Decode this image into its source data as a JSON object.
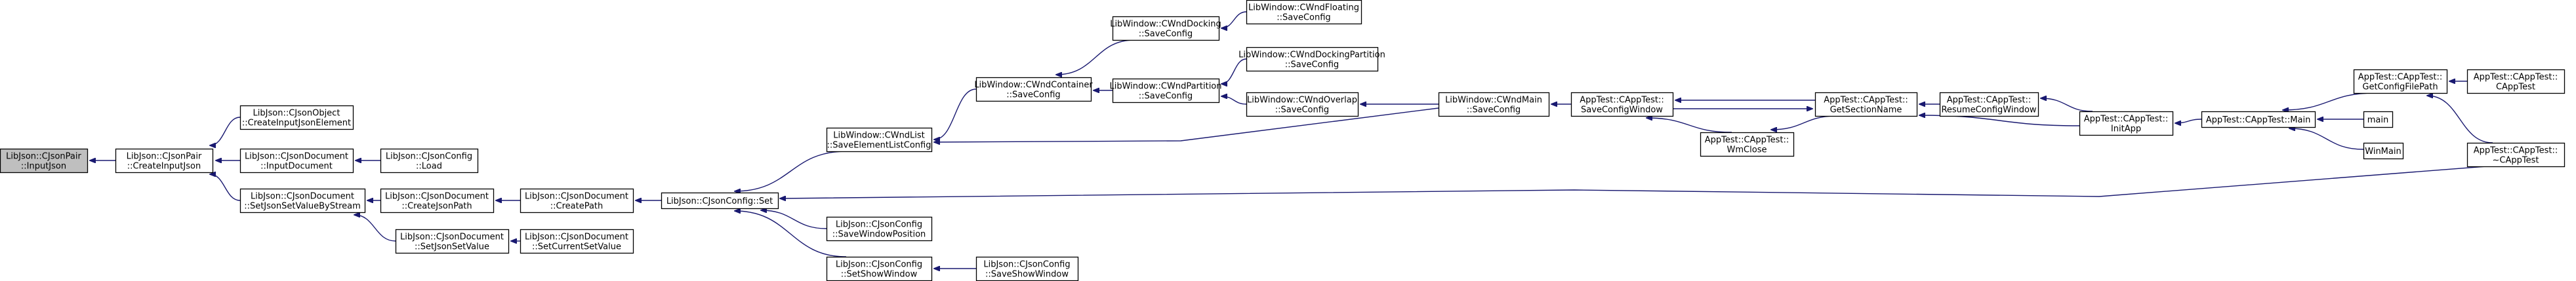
{
  "graph": {
    "nodes": [
      {
        "id": "n0",
        "lines": [
          "LibJson::CJsonPair",
          "::InputJson"
        ]
      },
      {
        "id": "n1",
        "lines": [
          "LibJson::CJsonPair",
          "::CreateInputJson"
        ]
      },
      {
        "id": "n2",
        "lines": [
          "LibJson::CJsonObject",
          "::CreateInputJsonElement"
        ]
      },
      {
        "id": "n3",
        "lines": [
          "LibJson::CJsonDocument",
          "::InputDocument"
        ]
      },
      {
        "id": "n4",
        "lines": [
          "LibJson::CJsonConfig",
          "::Load"
        ]
      },
      {
        "id": "n5",
        "lines": [
          "LibJson::CJsonDocument",
          "::SetJsonSetValueByStream"
        ]
      },
      {
        "id": "n6",
        "lines": [
          "LibJson::CJsonDocument",
          "::CreateJsonPath"
        ]
      },
      {
        "id": "n7",
        "lines": [
          "LibJson::CJsonDocument",
          "::CreatePath"
        ]
      },
      {
        "id": "n8",
        "lines": [
          "LibJson::CJsonDocument",
          "::SetJsonSetValue"
        ]
      },
      {
        "id": "n9",
        "lines": [
          "LibJson::CJsonDocument",
          "::SetCurrentSetValue"
        ]
      },
      {
        "id": "n10",
        "lines": [
          "LibJson::CJsonConfig::Set"
        ]
      },
      {
        "id": "n11",
        "lines": [
          "LibWindow::CWndList",
          "::SaveElementListConfig"
        ]
      },
      {
        "id": "n12",
        "lines": [
          "LibJson::CJsonConfig",
          "::SaveWindowPosition"
        ]
      },
      {
        "id": "n13",
        "lines": [
          "LibJson::CJsonConfig",
          "::SetShowWindow"
        ]
      },
      {
        "id": "n14",
        "lines": [
          "LibJson::CJsonConfig",
          "::SaveShowWindow"
        ]
      },
      {
        "id": "n15",
        "lines": [
          "LibWindow::CWndContainer",
          "::SaveConfig"
        ]
      },
      {
        "id": "n16",
        "lines": [
          "LibWindow::CWndDocking",
          "::SaveConfig"
        ]
      },
      {
        "id": "n17",
        "lines": [
          "LibWindow::CWndFloating",
          "::SaveConfig"
        ]
      },
      {
        "id": "n18",
        "lines": [
          "LibWindow::CWndPartition",
          "::SaveConfig"
        ]
      },
      {
        "id": "n19",
        "lines": [
          "LibWindow::CWndDockingPartition",
          "::SaveConfig"
        ]
      },
      {
        "id": "n20",
        "lines": [
          "LibWindow::CWndOverlap",
          "::SaveConfig"
        ]
      },
      {
        "id": "n21",
        "lines": [
          "LibWindow::CWndMain",
          "::SaveConfig"
        ]
      },
      {
        "id": "n22",
        "lines": [
          "AppTest::CAppTest::",
          "SaveConfigWindow"
        ]
      },
      {
        "id": "n23",
        "lines": [
          "AppTest::CAppTest::",
          "WmClose"
        ]
      },
      {
        "id": "n24",
        "lines": [
          "AppTest::CAppTest::",
          "GetSectionName"
        ]
      },
      {
        "id": "n25",
        "lines": [
          "AppTest::CAppTest::",
          "ResumeConfigWindow"
        ]
      },
      {
        "id": "n26",
        "lines": [
          "AppTest::CAppTest::",
          "InitApp"
        ]
      },
      {
        "id": "n27",
        "lines": [
          "AppTest::CAppTest::Main"
        ]
      },
      {
        "id": "n28",
        "lines": [
          "AppTest::CAppTest::",
          "GetConfigFilePath"
        ]
      },
      {
        "id": "n29",
        "lines": [
          "AppTest::CAppTest::",
          "CAppTest"
        ]
      },
      {
        "id": "n30",
        "lines": [
          "main"
        ]
      },
      {
        "id": "n31",
        "lines": [
          "WinMain"
        ]
      },
      {
        "id": "n32",
        "lines": [
          "AppTest::CAppTest::",
          "~CAppTest"
        ]
      }
    ],
    "edges": [
      {
        "from": "n1",
        "to": "n0"
      },
      {
        "from": "n2",
        "to": "n1"
      },
      {
        "from": "n3",
        "to": "n1"
      },
      {
        "from": "n5",
        "to": "n1"
      },
      {
        "from": "n4",
        "to": "n3"
      },
      {
        "from": "n6",
        "to": "n5"
      },
      {
        "from": "n8",
        "to": "n5"
      },
      {
        "from": "n7",
        "to": "n6"
      },
      {
        "from": "n9",
        "to": "n8"
      },
      {
        "from": "n10",
        "to": "n7"
      },
      {
        "from": "n11",
        "to": "n10"
      },
      {
        "from": "n12",
        "to": "n10"
      },
      {
        "from": "n13",
        "to": "n10"
      },
      {
        "from": "n32",
        "to": "n10"
      },
      {
        "from": "n14",
        "to": "n13"
      },
      {
        "from": "n15",
        "to": "n11"
      },
      {
        "from": "n21",
        "to": "n11"
      },
      {
        "from": "n16",
        "to": "n15"
      },
      {
        "from": "n18",
        "to": "n15"
      },
      {
        "from": "n17",
        "to": "n16"
      },
      {
        "from": "n19",
        "to": "n18"
      },
      {
        "from": "n20",
        "to": "n18"
      },
      {
        "from": "n21",
        "to": "n20"
      },
      {
        "from": "n22",
        "to": "n21"
      },
      {
        "from": "n23",
        "to": "n22"
      },
      {
        "from": "n24",
        "to": "n22"
      },
      {
        "from": "n22",
        "to": "n24"
      },
      {
        "from": "n24",
        "to": "n23"
      },
      {
        "from": "n25",
        "to": "n24"
      },
      {
        "from": "n26",
        "to": "n24"
      },
      {
        "from": "n26",
        "to": "n25"
      },
      {
        "from": "n27",
        "to": "n26"
      },
      {
        "from": "n28",
        "to": "n27"
      },
      {
        "from": "n30",
        "to": "n27"
      },
      {
        "from": "n31",
        "to": "n27"
      },
      {
        "from": "n29",
        "to": "n28"
      },
      {
        "from": "n32",
        "to": "n28"
      }
    ]
  }
}
